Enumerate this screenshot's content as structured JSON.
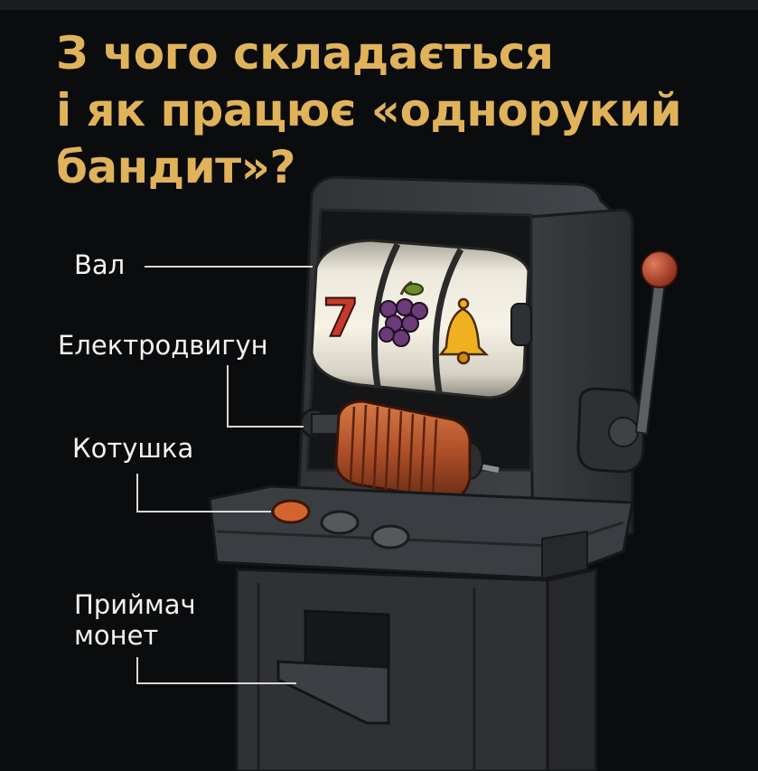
{
  "title": {
    "line1": "З чого складається",
    "line2": "і як працює «однорукий",
    "line3": "бандит»?"
  },
  "labels": {
    "reel": "Вал",
    "motor": "Електродвигун",
    "coil": "Котушка",
    "coin_acceptor_line1": "Приймач",
    "coin_acceptor_line2": "монет"
  },
  "symbols": {
    "reel1": "7",
    "reel2": "grape-icon",
    "reel3": "bell-icon"
  },
  "colors": {
    "title": "#e0b35a",
    "background": "#0b0c0e",
    "cabinet": "#3c3f43",
    "coil": "#b5532a",
    "seven": "#c43a2c",
    "grape": "#6b3a78",
    "bell": "#f0b020",
    "knob": "#b0402a",
    "button_orange": "#d3642e",
    "button_gray": "#55595c"
  }
}
